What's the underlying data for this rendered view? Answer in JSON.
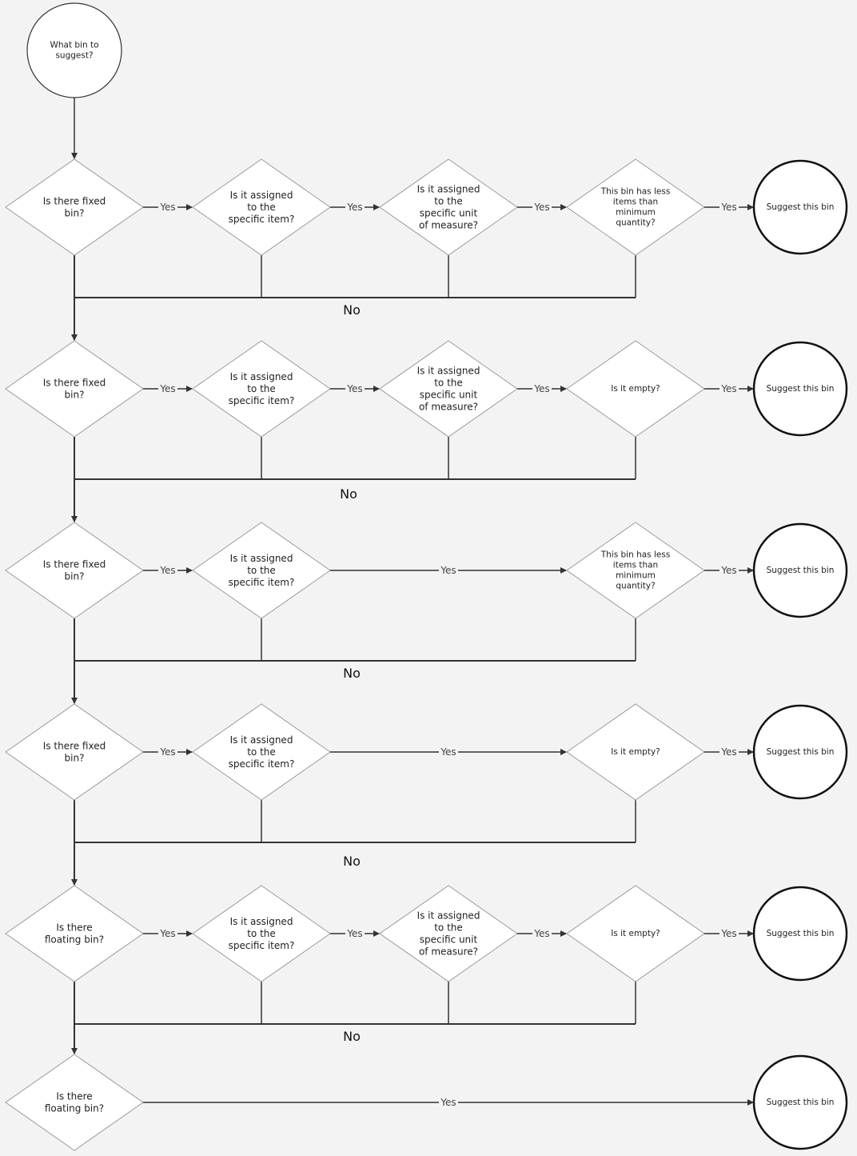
{
  "start": {
    "lines": [
      "What bin to",
      "suggest?"
    ]
  },
  "yes_label": "Yes",
  "no_label": "No",
  "rows": [
    {
      "nodes": [
        {
          "col": 0,
          "lines": [
            "Is there fixed",
            "bin?"
          ]
        },
        {
          "col": 1,
          "lines": [
            "Is it assigned",
            "to the",
            "specific item?"
          ]
        },
        {
          "col": 2,
          "lines": [
            "Is it assigned",
            "to the",
            "specific unit",
            "of measure?"
          ]
        },
        {
          "col": 3,
          "small": true,
          "lines": [
            "This bin has less",
            "items than",
            "minimum",
            "quantity?"
          ]
        }
      ],
      "result": "Suggest this bin",
      "no": true
    },
    {
      "nodes": [
        {
          "col": 0,
          "lines": [
            "Is there fixed",
            "bin?"
          ]
        },
        {
          "col": 1,
          "lines": [
            "Is it assigned",
            "to the",
            "specific item?"
          ]
        },
        {
          "col": 2,
          "lines": [
            "Is it assigned",
            "to the",
            "specific unit",
            "of measure?"
          ]
        },
        {
          "col": 3,
          "small": true,
          "lines": [
            "Is it empty?"
          ]
        }
      ],
      "result": "Suggest this bin",
      "no": true
    },
    {
      "nodes": [
        {
          "col": 0,
          "lines": [
            "Is there fixed",
            "bin?"
          ]
        },
        {
          "col": 1,
          "lines": [
            "Is it assigned",
            "to the",
            "specific item?"
          ]
        },
        {
          "col": 3,
          "small": true,
          "lines": [
            "This bin has less",
            "items than",
            "minimum",
            "quantity?"
          ]
        }
      ],
      "result": "Suggest this bin",
      "no": true
    },
    {
      "nodes": [
        {
          "col": 0,
          "lines": [
            "Is there fixed",
            "bin?"
          ]
        },
        {
          "col": 1,
          "lines": [
            "Is it assigned",
            "to the",
            "specific item?"
          ]
        },
        {
          "col": 3,
          "small": true,
          "lines": [
            "Is it empty?"
          ]
        }
      ],
      "result": "Suggest this bin",
      "no": true
    },
    {
      "nodes": [
        {
          "col": 0,
          "lines": [
            "Is there",
            "floating bin?"
          ]
        },
        {
          "col": 1,
          "lines": [
            "Is it assigned",
            "to the",
            "specific item?"
          ]
        },
        {
          "col": 2,
          "lines": [
            "Is it assigned",
            "to the",
            "specific unit",
            "of measure?"
          ]
        },
        {
          "col": 3,
          "small": true,
          "lines": [
            "Is it empty?"
          ]
        }
      ],
      "result": "Suggest this bin",
      "no": true
    },
    {
      "nodes": [
        {
          "col": 0,
          "lines": [
            "Is there",
            "floating bin?"
          ]
        }
      ],
      "result": "Suggest this bin",
      "no": false
    }
  ]
}
